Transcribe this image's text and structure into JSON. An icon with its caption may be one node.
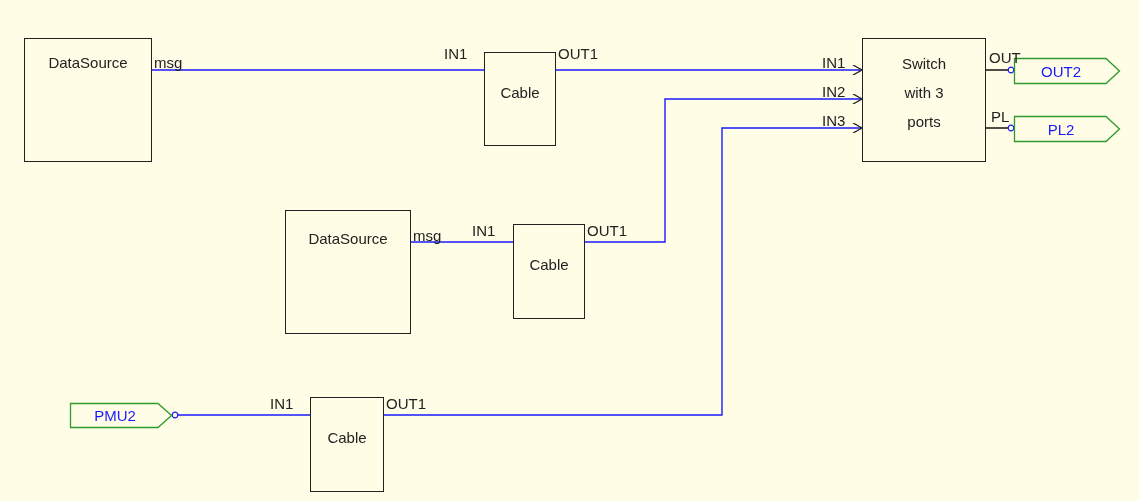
{
  "diagram": {
    "nodes": [
      {
        "text": [
          "DataSource"
        ],
        "beside": [
          "msg"
        ]
      },
      {
        "text": [
          "Cable"
        ],
        "beside": [
          "IN1",
          "OUT1"
        ]
      },
      {
        "text": [
          "Switch with 3 ports"
        ],
        "beside": [
          "IN1",
          "IN2",
          "IN3",
          "OUT",
          "PL"
        ]
      },
      {
        "text": [
          "OUT2"
        ]
      },
      {
        "text": [
          "PL2"
        ]
      },
      {
        "text": [
          "DataSource"
        ],
        "beside": [
          "msg"
        ]
      },
      {
        "text": [
          "Cable"
        ],
        "beside": [
          "IN1",
          "OUT1"
        ]
      },
      {
        "text": [
          "PMU2"
        ]
      },
      {
        "text": [
          "Cable"
        ],
        "beside": [
          "IN1",
          "OUT1"
        ]
      }
    ],
    "edges": [
      {
        "from": 0,
        "to": 1,
        "arrow": "none"
      },
      {
        "from": 1,
        "to": 2,
        "arrow": "to"
      },
      {
        "from": 5,
        "to": 6,
        "arrow": "none"
      },
      {
        "from": 6,
        "to": 2,
        "arrow": "to"
      },
      {
        "from": 7,
        "to": 8,
        "arrow": "other"
      },
      {
        "from": 8,
        "to": 2,
        "arrow": "to"
      },
      {
        "from": 2,
        "to": 3,
        "arrow": "other",
        "color": "#000000"
      },
      {
        "from": 2,
        "to": 4,
        "arrow": "other",
        "color": "#000000"
      }
    ]
  }
}
